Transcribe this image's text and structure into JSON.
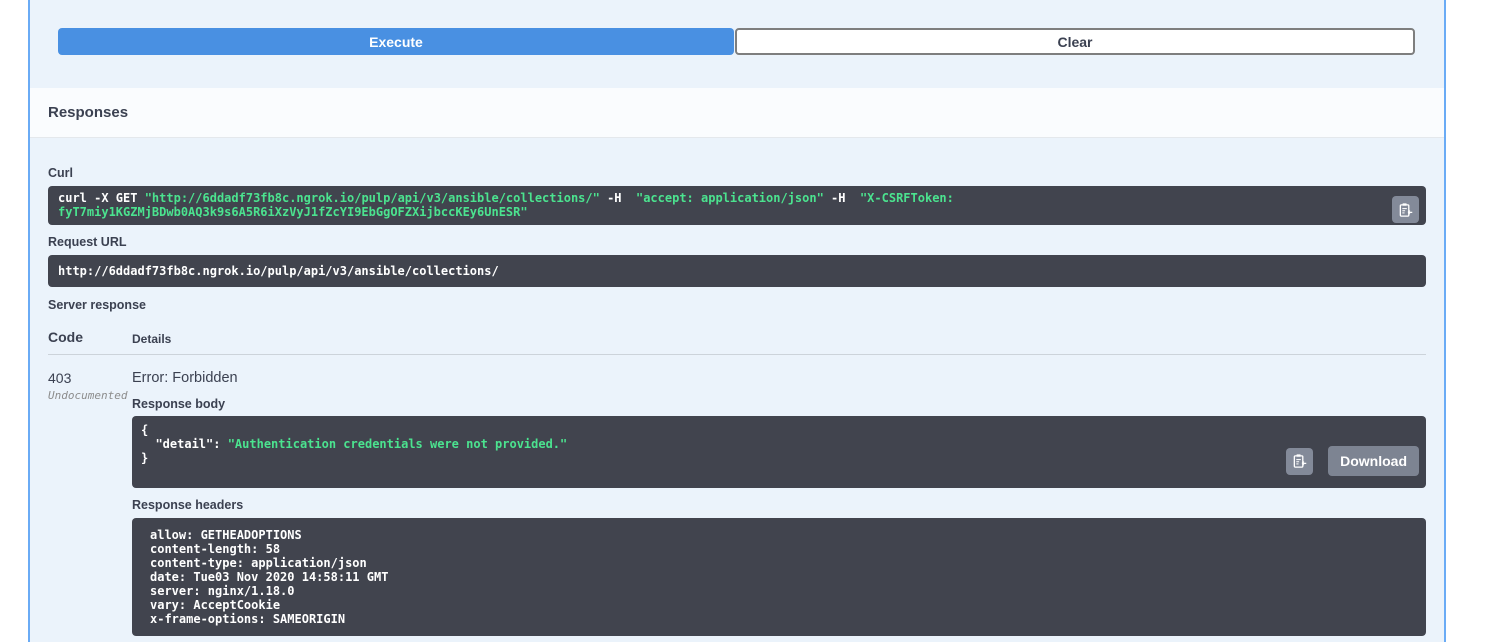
{
  "colors": {
    "get_accent_border": "#6aabf5",
    "execute_blue": "#4990e2",
    "section_bg": "#ebf3fb",
    "code_block_bg": "#41444e",
    "code_string_green": "#4be38f",
    "gray_button": "#7d8492"
  },
  "execute_bar": {
    "execute_label": "Execute",
    "clear_label": "Clear"
  },
  "responses": {
    "title": "Responses",
    "curl": {
      "label": "Curl",
      "copy_icon": "clipboard-copy-icon",
      "segments": [
        {
          "type": "plain",
          "text": "curl -X GET "
        },
        {
          "type": "string",
          "text": "\"http://6ddadf73fb8c.ngrok.io/pulp/api/v3/ansible/collections/\""
        },
        {
          "type": "plain",
          "text": " -H  "
        },
        {
          "type": "string",
          "text": "\"accept: application/json\""
        },
        {
          "type": "plain",
          "text": " -H  "
        },
        {
          "type": "string",
          "text": "\"X-CSRFToken:\nfyT7miy1KGZMjBDwb0AQ3k9s6A5R6iXzVyJ1fZcYI9EbGgOFZXijbccKEy6UnESR\""
        }
      ]
    },
    "request_url": {
      "label": "Request URL",
      "value": "http://6ddadf73fb8c.ngrok.io/pulp/api/v3/ansible/collections/"
    },
    "server_response": {
      "label": "Server response",
      "code_header": "Code",
      "details_header": "Details",
      "row": {
        "code": "403",
        "code_note": "Undocumented",
        "description": "Error: Forbidden",
        "response_body": {
          "label": "Response body",
          "segments": [
            {
              "type": "plain",
              "text": "{\n  \"detail\": "
            },
            {
              "type": "string",
              "text": "\"Authentication credentials were not provided.\""
            },
            {
              "type": "plain",
              "text": "\n}"
            }
          ],
          "copy_icon": "clipboard-copy-icon",
          "download_label": "Download"
        },
        "response_headers": {
          "label": "Response headers",
          "lines": [
            "allow: GETHEADOPTIONS",
            "content-length: 58",
            "content-type: application/json",
            "date: Tue03 Nov 2020 14:58:11 GMT",
            "server: nginx/1.18.0",
            "vary: AcceptCookie",
            "x-frame-options: SAMEORIGIN"
          ]
        }
      }
    }
  }
}
